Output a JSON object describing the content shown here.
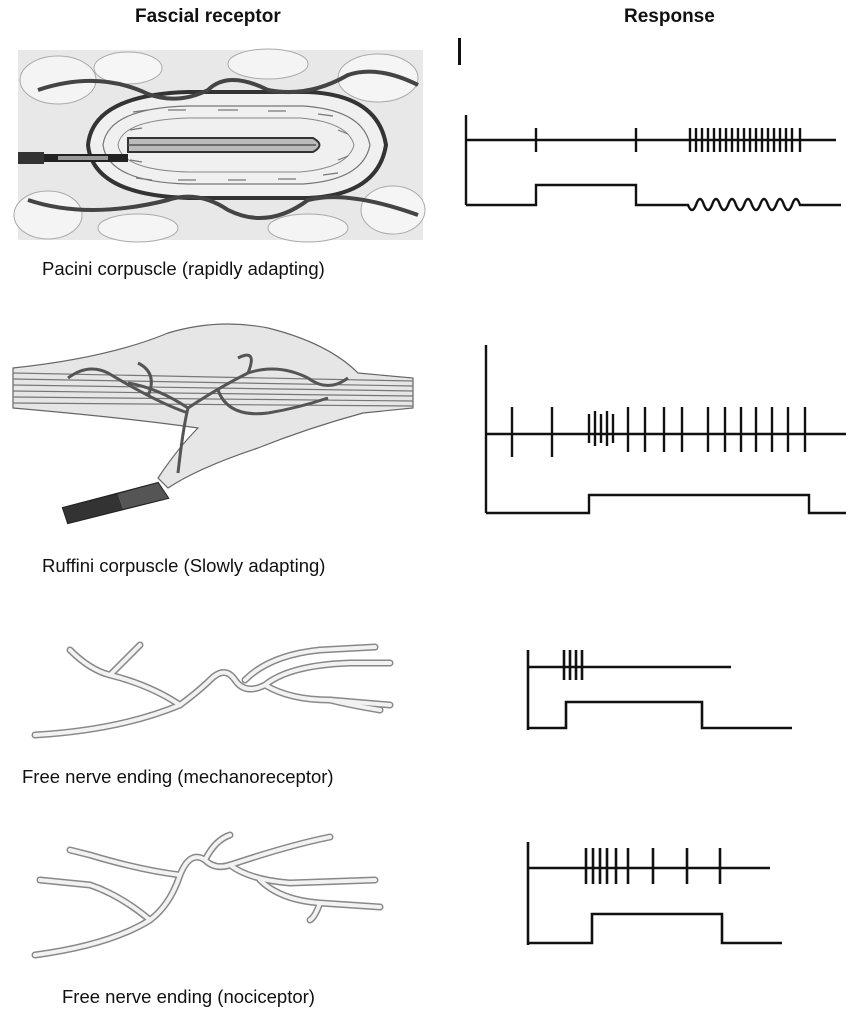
{
  "headers": {
    "left": "Fascial receptor",
    "right": "Response"
  },
  "receptors": [
    {
      "caption": "Pacini corpuscle (rapidly adapting)"
    },
    {
      "caption": "Ruffini corpuscle (Slowly  adapting)"
    },
    {
      "caption": "Free nerve ending (mechanoreceptor)"
    },
    {
      "caption": "Free nerve  ending (nociceptor)"
    }
  ]
}
